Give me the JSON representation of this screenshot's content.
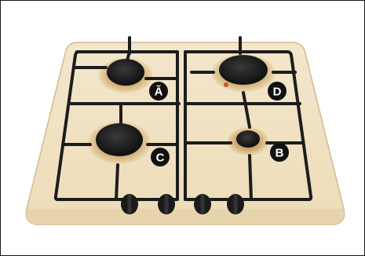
{
  "image": {
    "subject": "cooktop",
    "colors": {
      "plate": "#f1e2c4",
      "plate_edge": "#d9c49b",
      "grate": "#1c1c1c",
      "burner_cap": "#151515",
      "ring": "#e7cf9e",
      "badge": "#111111",
      "badge_text": "#ffffff",
      "knob": "#1a1a1a"
    }
  },
  "burners": [
    {
      "label": "Ă",
      "name": "burner-a"
    },
    {
      "label": "D",
      "name": "burner-d"
    },
    {
      "label": "C",
      "name": "burner-c"
    },
    {
      "label": "B",
      "name": "burner-b"
    }
  ],
  "knobs": {
    "count": 4
  }
}
